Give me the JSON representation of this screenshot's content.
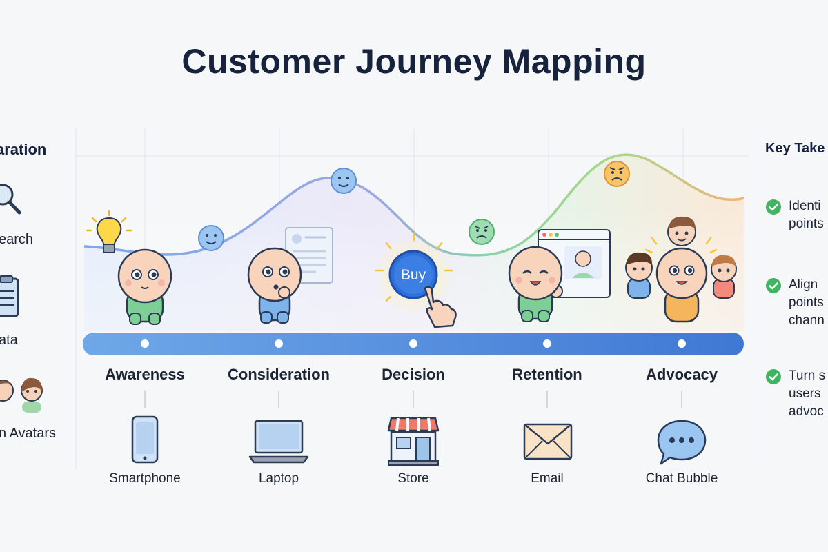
{
  "title": "Customer Journey Mapping",
  "left_panel": {
    "heading": "aration",
    "items": [
      {
        "icon": "magnifier-icon",
        "label": "earch"
      },
      {
        "icon": "clipboard-icon",
        "label": "ata"
      },
      {
        "icon": "avatars-icon",
        "label": "n Avatars"
      }
    ]
  },
  "right_panel": {
    "heading": "Key Take",
    "items": [
      {
        "icon": "check-icon",
        "text": "Identi\npoints"
      },
      {
        "icon": "check-icon",
        "text": "Align\npoints\nchann"
      },
      {
        "icon": "check-icon",
        "text": "Turn s\nusers\nadvoc"
      }
    ]
  },
  "stages": [
    {
      "label": "Awareness",
      "emotion": "happy",
      "icon": "lightbulb-icon"
    },
    {
      "label": "Consideration",
      "emotion": "happy",
      "icon": "document-icon"
    },
    {
      "label": "Decision",
      "emotion": "sad",
      "icon": "buy-button-icon",
      "button_text": "Buy"
    },
    {
      "label": "Retention",
      "emotion": "sad",
      "icon": "browser-window-icon"
    },
    {
      "label": "Advocacy",
      "emotion": "neutral",
      "icon": "group-icon"
    }
  ],
  "channels": [
    {
      "label": "Smartphone",
      "icon": "smartphone-icon"
    },
    {
      "label": "Laptop",
      "icon": "laptop-icon"
    },
    {
      "label": "Store",
      "icon": "store-icon"
    },
    {
      "label": "Email",
      "icon": "email-icon"
    },
    {
      "label": "Chat Bubble",
      "icon": "chat-bubble-icon"
    }
  ],
  "colors": {
    "title": "#17233d",
    "timeline_start": "#6fa8e8",
    "timeline_end": "#3f78d4",
    "curve_blue": "#7ea8e6",
    "curve_green": "#8fd2a8",
    "curve_orange": "#f2b27a",
    "check_green": "#3fb560",
    "face_blue": "#7fb3ec",
    "face_green": "#7ecf96",
    "face_orange": "#f5b55c"
  }
}
